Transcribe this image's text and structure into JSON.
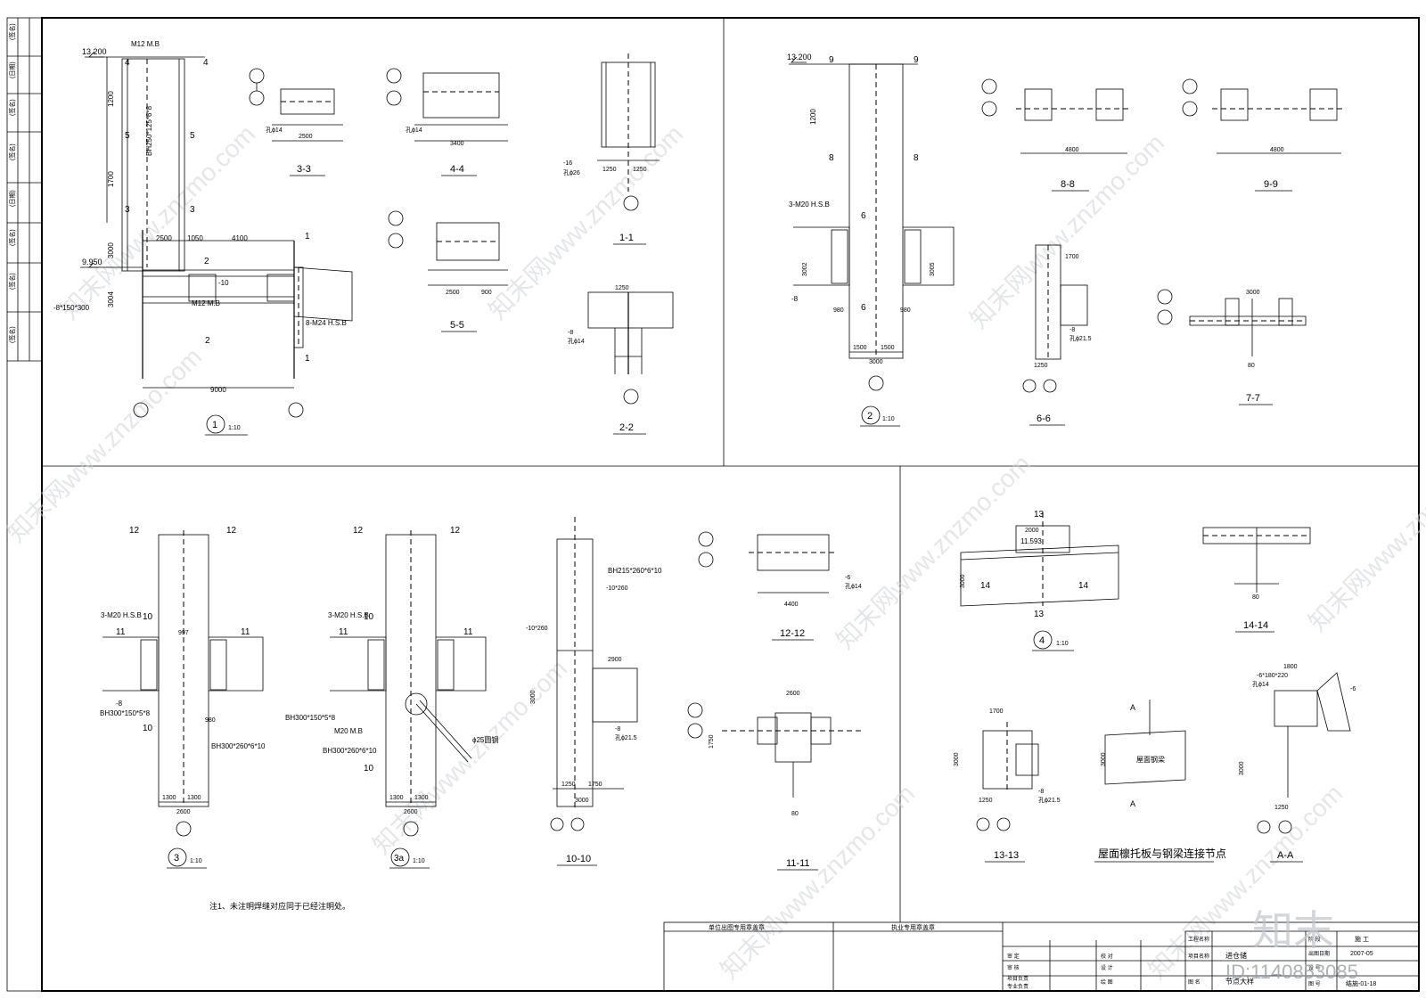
{
  "elevations": {
    "top": "13.200",
    "mid": "9.950",
    "top2": "13.200",
    "mid_pt": "11.593"
  },
  "details": {
    "d1": {
      "num": "1",
      "scale": "1:10"
    },
    "d2": {
      "num": "2",
      "scale": "1:10"
    },
    "d3": {
      "num": "3",
      "scale": "1:10"
    },
    "d3a": {
      "num": "3a",
      "scale": "1:10"
    },
    "d4": {
      "num": "4",
      "scale": "1:10"
    }
  },
  "sections": {
    "s33": "3-3",
    "s44": "4-4",
    "s11": "1-1",
    "s55": "5-5",
    "s22": "2-2",
    "s88": "8-8",
    "s99": "9-9",
    "s66": "6-6",
    "s77": "7-7",
    "s1010": "10-10",
    "s1212": "12-12",
    "s1111": "11-11",
    "s1414": "14-14",
    "s1313": "13-13",
    "sAA": "A-A"
  },
  "labels": {
    "bolt12": "M12 M.B",
    "bolt12b": "M12 M.B",
    "beam_bh250": "BH250*125*6*8",
    "plate150": "-8*150*300",
    "bolt24": "8-M24 H.S.B",
    "plate10": "-10",
    "bolt20a": "3-M20 H.S.B",
    "bolt20b": "3-M20 H.S.B",
    "bolt20c": "3-M20 H.S.B",
    "bh300_150": "BH300*150*5*8",
    "bh300_150b": "BH300*150*5*8",
    "bh300_260": "BH300*260*6*10",
    "bh300_260b": "BH300*260*6*10",
    "m20mb": "M20 M.B",
    "rod25": "ϕ25圆钢",
    "bh215": "BH215*260*6*10",
    "plate10_260": "-10*260",
    "plate10_260b": "-10*260",
    "hole14": "孔ϕ14",
    "hole26": "孔ϕ26",
    "hole215": "孔ϕ21.5",
    "plate6": "-6",
    "plate8": "-8",
    "plate16": "-16",
    "roofbeam": "屋面钢梁",
    "plate6_180": "-6*180*220",
    "roof_note": "屋面檩托板与钢梁连接节点",
    "note": "注1、未注明焊缝对应同于已经注明处。"
  },
  "dims": {
    "d9000": "9000",
    "d2500": "2500",
    "d4100": "4100",
    "d1050": "1050",
    "d1200": "1200",
    "d1700": "1700",
    "d3000": "3000",
    "d3004": "3004",
    "d1500": "1500",
    "d2600": "2600",
    "d1300": "1300",
    "d4800": "4800",
    "d3400": "3400",
    "d980": "980",
    "d4400": "4400",
    "d1250": "1250",
    "d1750": "1750",
    "d1800": "1800",
    "d2000": "2000",
    "d3005": "3005",
    "d3002": "3002",
    "d900": "900",
    "d80": "80",
    "d997": "997",
    "d2900": "2900"
  },
  "title_block": {
    "unit_seal": "单位出图专用章盖章",
    "reg_seal": "执业专用章盖章",
    "shen_ding": "审    定",
    "shen_he": "审    核",
    "xiang_mu": "项目负责",
    "zhuan_ye": "专业负责",
    "jiao_dui": "校    对",
    "she_ji": "设    计",
    "hui_tu": "绘    图",
    "gong_cheng": "工程名称",
    "xiang_mu_ming": "项目名称",
    "tu_ming": "图    名",
    "she_ji_hao": "设    号",
    "jie_duan_label": "阶    段",
    "jie_duan": "施    工",
    "date_label": "出图日期",
    "date": "2007-05",
    "tu_hao_label": "图    号",
    "tu_hao": "结施-01-18",
    "title_line": "节点大样",
    "item": "进仓储"
  },
  "side_strip": [
    "(签名)",
    "(日期)",
    "(签名)",
    "(签名)",
    "(日期)",
    "(签名)",
    "(签名)",
    "(签名)"
  ],
  "watermarks": [
    "知末网www.znzmo.com"
  ],
  "brand": {
    "logo": "知末",
    "id": "ID:1140853085"
  }
}
